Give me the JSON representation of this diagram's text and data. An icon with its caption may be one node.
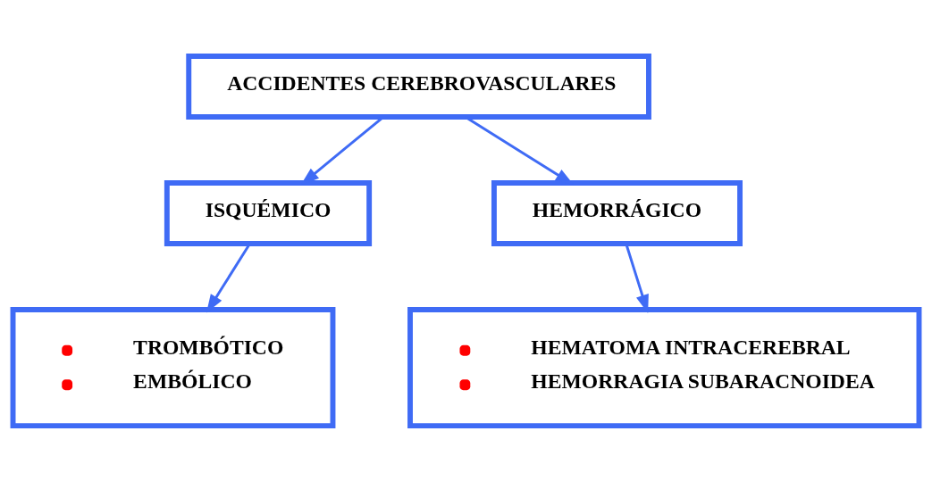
{
  "diagram": {
    "nodes": [
      {
        "text": [
          "ACCIDENTES CEREBROVASCULARES"
        ]
      },
      {
        "text": [
          "ISQUÉMICO"
        ]
      },
      {
        "text": [
          "HEMORRÁGICO"
        ]
      },
      {
        "text": [
          "TROMBÓTICO",
          "EMBÓLICO"
        ]
      },
      {
        "text": [
          "HEMATOMA INTRACEREBRAL",
          "HEMORRAGIA SUBARACNOIDEA"
        ]
      }
    ],
    "edges": [
      {
        "from": 0,
        "to": 1,
        "arrow": "to"
      },
      {
        "from": 0,
        "to": 2,
        "arrow": "to"
      },
      {
        "from": 1,
        "to": 3,
        "arrow": "to"
      },
      {
        "from": 2,
        "to": 4,
        "arrow": "to"
      }
    ]
  }
}
